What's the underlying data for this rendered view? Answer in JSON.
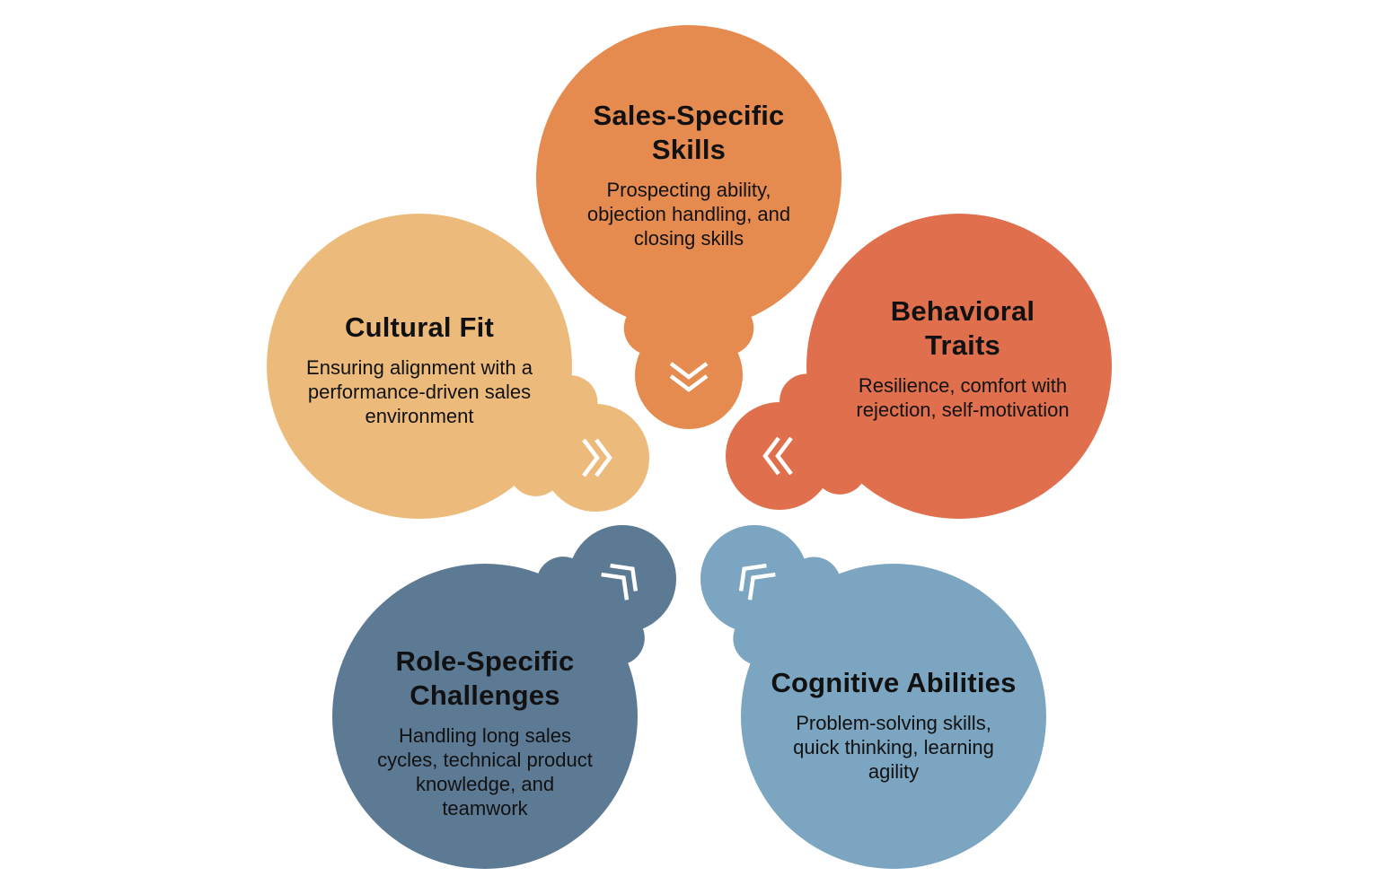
{
  "segments": [
    {
      "key": "sales",
      "title": "Sales-Specific Skills",
      "title_lines": [
        "Sales-Specific",
        "Skills"
      ],
      "description_lines": [
        "Prospecting ability,",
        "objection handling, and",
        "closing skills"
      ],
      "color": "#E58B50",
      "connector_icon": "double-chevron-down-icon"
    },
    {
      "key": "behavioral",
      "title": "Behavioral Traits",
      "title_lines": [
        "Behavioral",
        "Traits"
      ],
      "description_lines": [
        "Resilience, comfort with",
        "rejection, self-motivation"
      ],
      "color": "#E0704D",
      "connector_icon": "double-chevron-down-left-icon"
    },
    {
      "key": "cognitive",
      "title": "Cognitive Abilities",
      "title_lines": [
        "Cognitive Abilities"
      ],
      "description_lines": [
        "Problem-solving skills,",
        "quick thinking, learning",
        "agility"
      ],
      "color": "#7BA5C1",
      "connector_icon": "double-chevron-up-left-icon"
    },
    {
      "key": "role",
      "title": "Role-Specific Challenges",
      "title_lines": [
        "Role-Specific",
        "Challenges"
      ],
      "description_lines": [
        "Handling long sales",
        "cycles, technical product",
        "knowledge, and",
        "teamwork"
      ],
      "color": "#5D7A95",
      "connector_icon": "double-chevron-up-right-icon"
    },
    {
      "key": "cultural",
      "title": "Cultural Fit",
      "title_lines": [
        "Cultural Fit"
      ],
      "description_lines": [
        "Ensuring alignment with a",
        "performance-driven sales",
        "environment"
      ],
      "color": "#ECBB7B",
      "connector_icon": "double-chevron-down-right-icon"
    }
  ]
}
